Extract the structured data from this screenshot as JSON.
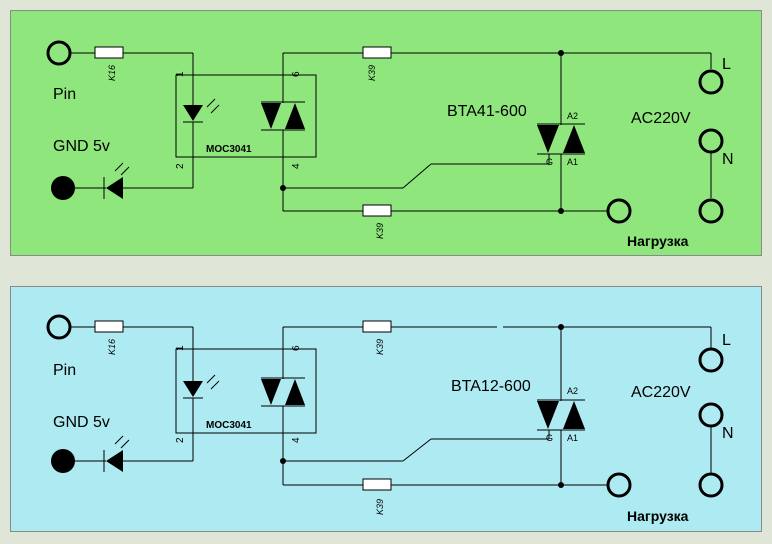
{
  "panels": [
    {
      "id": "top",
      "background": "#8ee67c",
      "pin_label": "Pin",
      "gnd_label": "GND 5v",
      "resistor_input": "K16",
      "resistor_gate": "K39",
      "resistor_snubber": "K39",
      "optocoupler": "MOC3041",
      "pin1": "1",
      "pin2": "2",
      "pin4": "4",
      "pin6": "6",
      "triac": "BTA41-600",
      "triac_a2": "A2",
      "triac_a1": "A1",
      "triac_g": "G",
      "ac_label": "AC220V",
      "line_label": "L",
      "neutral_label": "N",
      "load_label": "Нагрузка"
    },
    {
      "id": "bottom",
      "background": "#aeeaf2",
      "pin_label": "Pin",
      "gnd_label": "GND 5v",
      "resistor_input": "K16",
      "resistor_gate": "K39",
      "resistor_snubber": "K39",
      "optocoupler": "MOC3041",
      "pin1": "1",
      "pin2": "2",
      "pin4": "4",
      "pin6": "6",
      "triac": "BTA12-600",
      "triac_a2": "A2",
      "triac_a1": "A1",
      "triac_g": "G",
      "ac_label": "AC220V",
      "line_label": "L",
      "neutral_label": "N",
      "load_label": "Нагрузка"
    }
  ]
}
